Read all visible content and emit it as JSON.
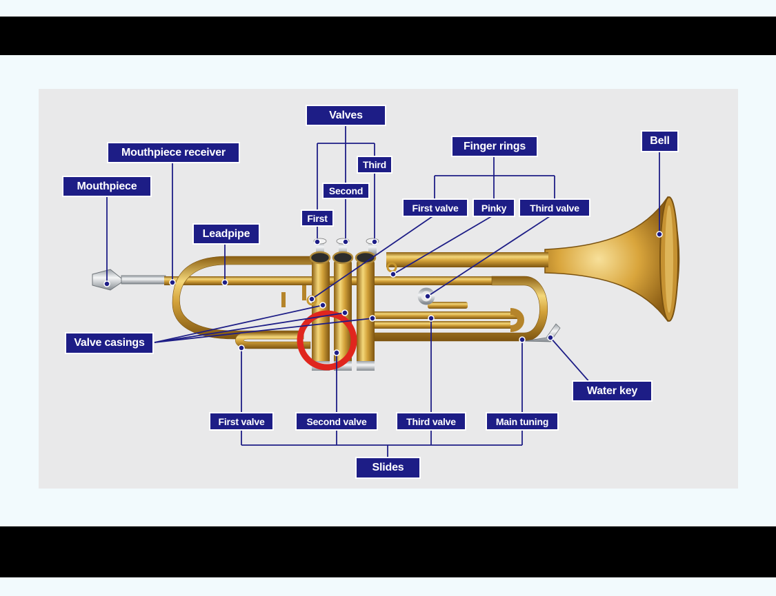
{
  "labels": {
    "valves": "Valves",
    "mouthpiece_receiver": "Mouthpiece receiver",
    "mouthpiece": "Mouthpiece",
    "third": "Third",
    "second": "Second",
    "first": "First",
    "finger_rings": "Finger rings",
    "bell": "Bell",
    "ring_first_valve": "First valve",
    "pinky": "Pinky",
    "ring_third_valve": "Third valve",
    "leadpipe": "Leadpipe",
    "valve_casings": "Valve casings",
    "water_key": "Water key",
    "slide_first_valve": "First valve",
    "slide_second_valve": "Second valve",
    "slide_third_valve": "Third valve",
    "main_tuning": "Main tuning",
    "slides": "Slides"
  },
  "colors": {
    "label_bg": "#1d1d86",
    "leader_line": "#1d1d86",
    "brass": "#d8a93a",
    "highlight_circle": "#e0261e",
    "panel_bg": "#e9e9ea",
    "letterbox": "#000000"
  }
}
